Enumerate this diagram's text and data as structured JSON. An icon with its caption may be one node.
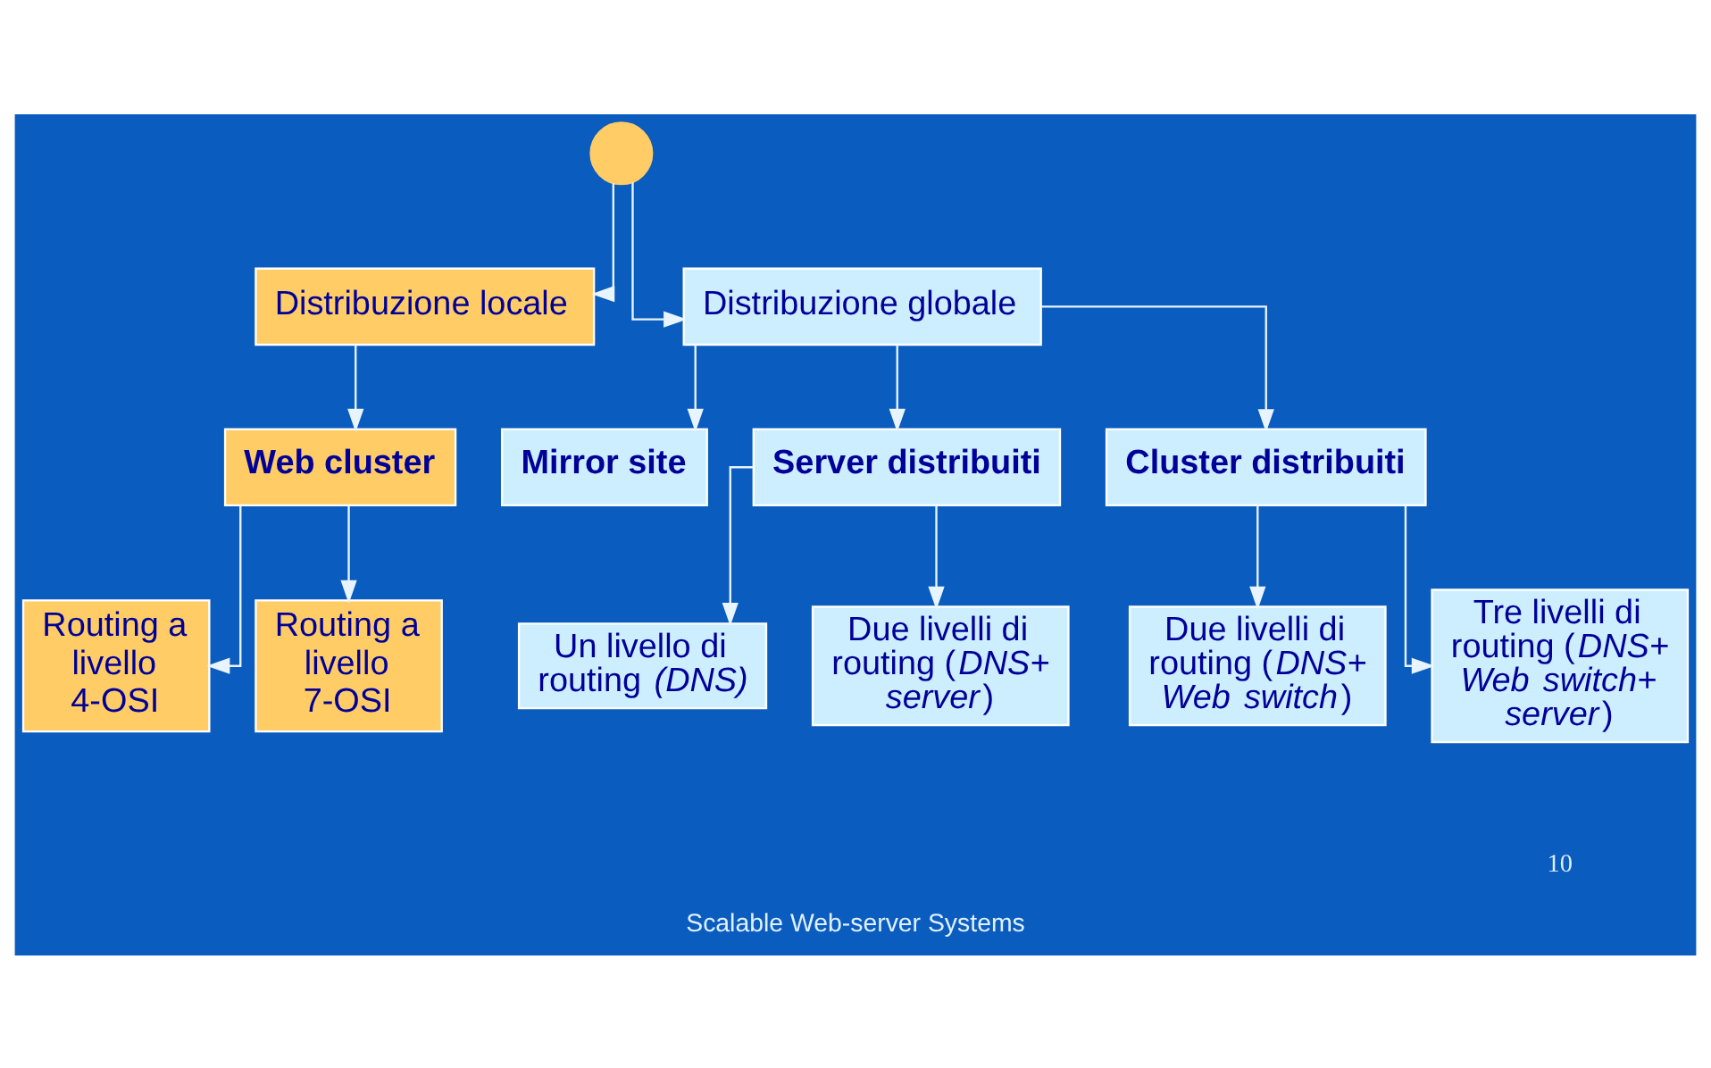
{
  "diagram": {
    "caption": "Scalable Web-server Systems",
    "nodes": [
      {
        "text": [],
        "shape": "circle"
      },
      {
        "text": [
          "Distribuzione locale"
        ]
      },
      {
        "text": [
          "Distribuzione globale"
        ]
      },
      {
        "text": [
          "Web cluster"
        ]
      },
      {
        "text": [
          "Mirror site"
        ]
      },
      {
        "text": [
          "Server distribuiti"
        ]
      },
      {
        "text": [
          "Cluster distribuiti"
        ]
      },
      {
        "text": [
          "Routing a livello 4-OSI"
        ]
      },
      {
        "text": [
          "Routing a livello 7-OSI"
        ]
      },
      {
        "text": [
          "Un livello di routing *(DNS)*"
        ]
      },
      {
        "text": [
          "Due livelli di routing (*DNS+ server*)"
        ]
      },
      {
        "text": [
          "Due livelli di routing (*DNS+ Web switch*)"
        ]
      },
      {
        "text": [
          "Tre livelli di routing (*DNS+ Web switch+ server*)"
        ]
      }
    ],
    "edges": [
      {
        "from": 0,
        "to": 1,
        "arrow": "to"
      },
      {
        "from": 0,
        "to": 2,
        "arrow": "to"
      },
      {
        "from": 1,
        "to": 3,
        "arrow": "to"
      },
      {
        "from": 2,
        "to": 4,
        "arrow": "to"
      },
      {
        "from": 2,
        "to": 5,
        "arrow": "to"
      },
      {
        "from": 2,
        "to": 6,
        "arrow": "to"
      },
      {
        "from": 3,
        "to": 7,
        "arrow": "to"
      },
      {
        "from": 3,
        "to": 8,
        "arrow": "to"
      },
      {
        "from": 5,
        "to": 9,
        "arrow": "to"
      },
      {
        "from": 5,
        "to": 10,
        "arrow": "to"
      },
      {
        "from": 6,
        "to": 11,
        "arrow": "to"
      },
      {
        "from": 6,
        "to": 12,
        "arrow": "to"
      }
    ],
    "labels": [
      "10"
    ]
  }
}
